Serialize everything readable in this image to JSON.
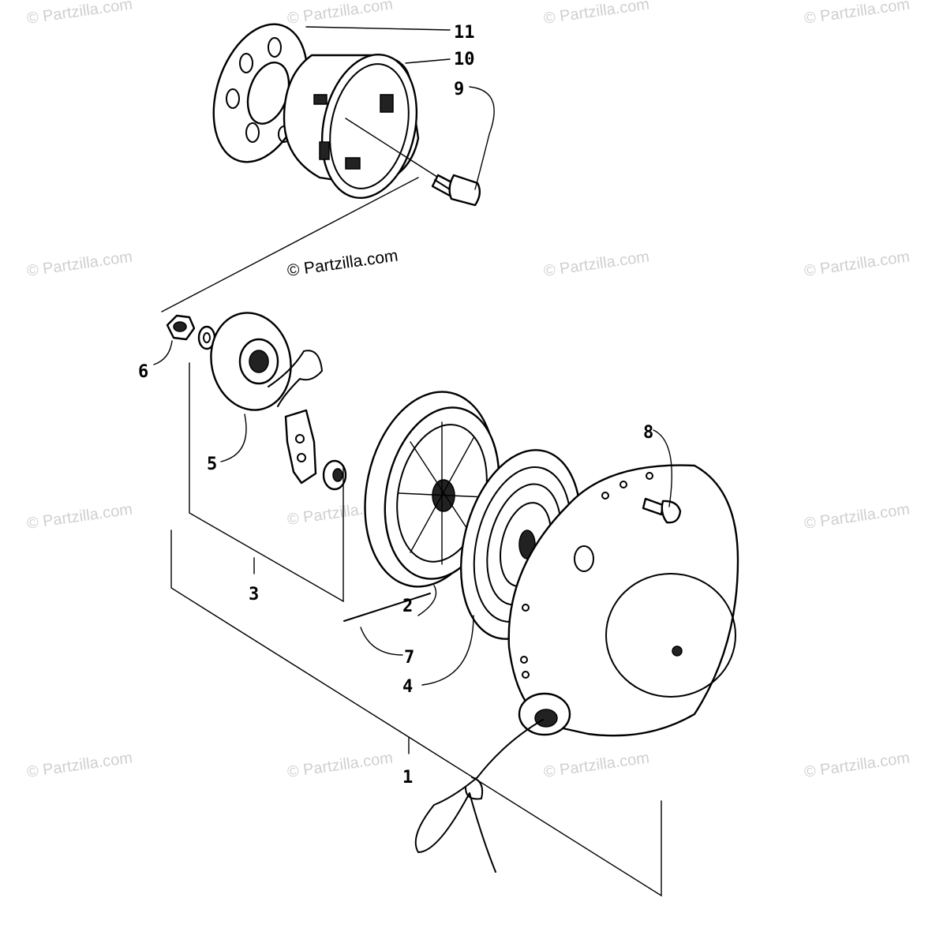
{
  "diagram": {
    "part_labels": [
      "11",
      "10",
      "9",
      "6",
      "5",
      "8",
      "3",
      "2",
      "7",
      "4",
      "1"
    ],
    "main_watermark": "© Partzilla.com",
    "repeat_watermark": "© Partzilla.com"
  }
}
